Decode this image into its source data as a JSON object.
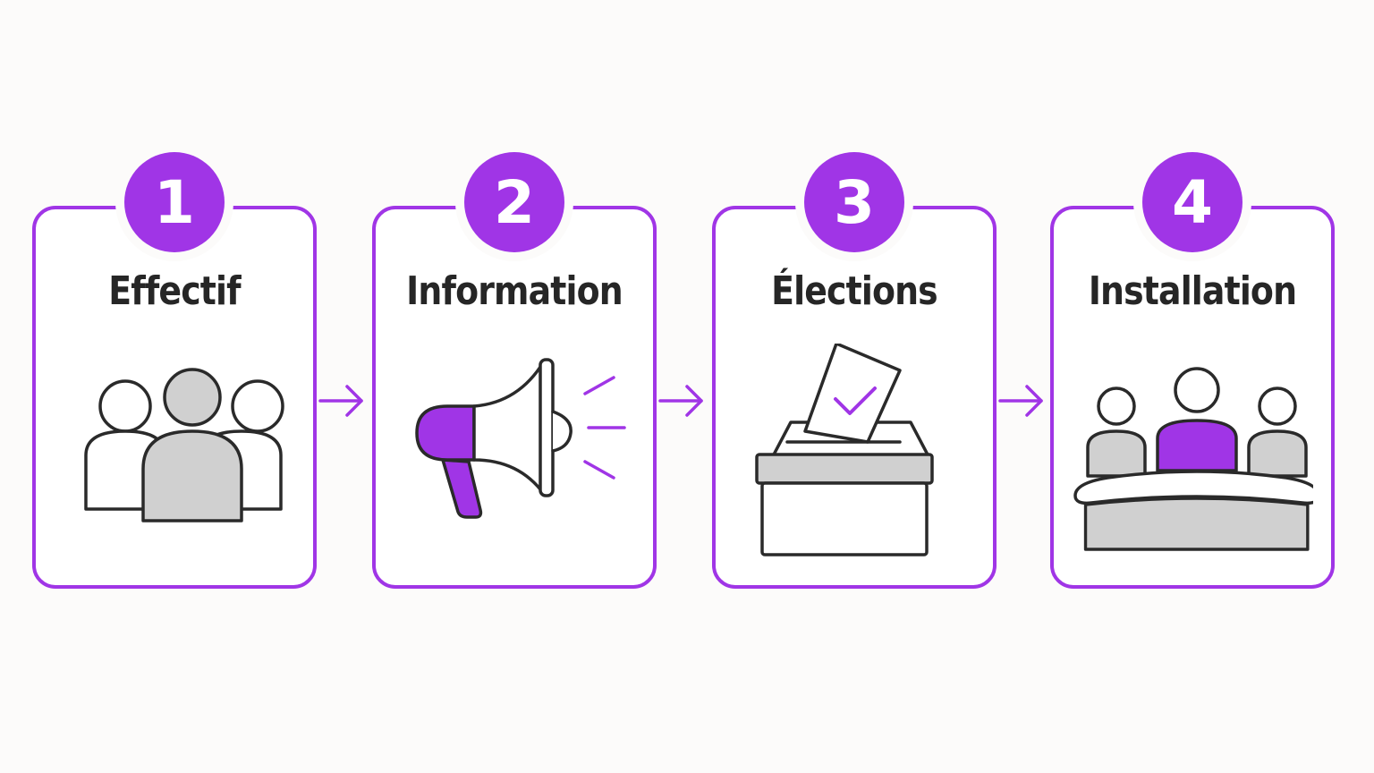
{
  "steps": [
    {
      "number": "1",
      "label": "Effectif",
      "icon": "people-group-icon"
    },
    {
      "number": "2",
      "label": "Information",
      "icon": "megaphone-icon"
    },
    {
      "number": "3",
      "label": "Élections",
      "icon": "ballot-box-icon"
    },
    {
      "number": "4",
      "label": "Installation",
      "icon": "council-table-icon"
    }
  ],
  "colors": {
    "accent": "#a035e6",
    "text": "#262626",
    "gray_fill": "#d0d0d0",
    "outline": "#2a2a2a"
  }
}
